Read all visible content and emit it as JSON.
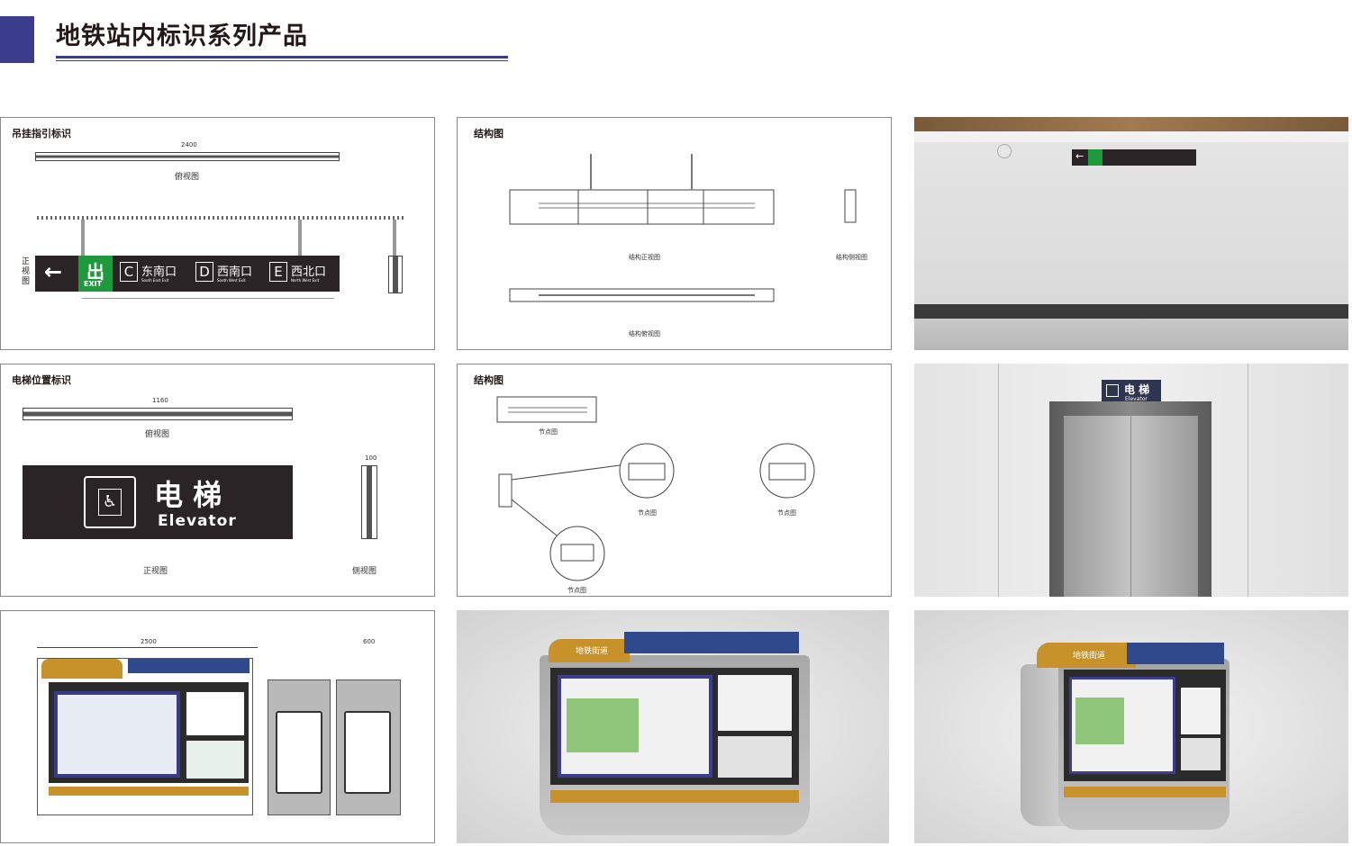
{
  "header": {
    "title": "地铁站内标识系列产品",
    "accent_color": "#3a3c8c"
  },
  "panel_hanging": {
    "label": "吊挂指引标识",
    "top_dim": "2400",
    "top_view_caption": "俯视图",
    "front_view_caption": "正视图",
    "exit_word": "EXIT",
    "exits": [
      {
        "letter": "C",
        "cn": "东南口",
        "en": "South East Exit"
      },
      {
        "letter": "D",
        "cn": "西南口",
        "en": "South West Exit"
      },
      {
        "letter": "E",
        "cn": "西北口",
        "en": "North West Exit"
      }
    ]
  },
  "panel_structure_1": {
    "label": "结构图",
    "caption_front": "结构正视图",
    "caption_side": "结构侧视图",
    "caption_top": "结构俯视图"
  },
  "panel_elevator": {
    "label": "电梯位置标识",
    "top_dim": "1160",
    "top_view_caption": "俯视图",
    "front_view_caption": "正视图",
    "side_view_caption": "侧视图",
    "sign_cn": "电 梯",
    "sign_en": "Elevator",
    "side_dim": "100"
  },
  "panel_structure_2": {
    "label": "结构图",
    "caption_a": "节点图",
    "caption_b": "节点图",
    "caption_c": "节点图",
    "caption_d": "节点图"
  },
  "photo_elevator": {
    "sign_cn": "电 梯",
    "sign_en": "Elevator"
  },
  "panel_kiosk_drawing": {
    "top_dim": "2500",
    "side_dim": "600"
  },
  "kiosk": {
    "brand": "地铁街道",
    "accent": "#c8922a",
    "navy": "#2e4a8c"
  }
}
